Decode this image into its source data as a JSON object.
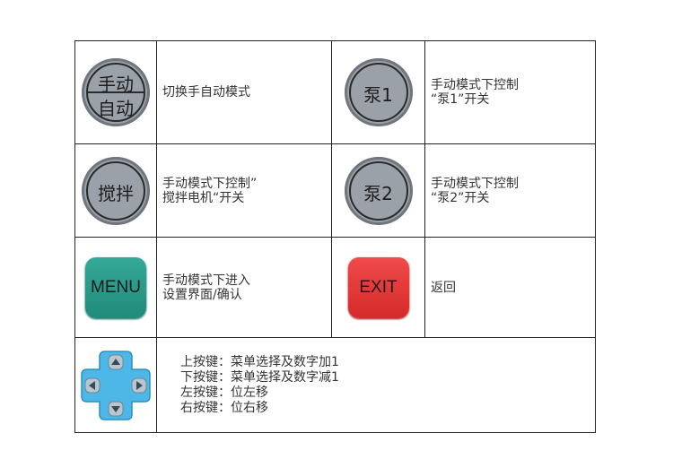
{
  "buttons": {
    "manual_auto": {
      "icon_top": "手动",
      "icon_bottom": "自动",
      "desc": [
        "切换手自动模式"
      ]
    },
    "pump1": {
      "icon": "泵1",
      "desc": [
        "手动模式下控制",
        "“泵1”开关"
      ]
    },
    "stir": {
      "icon": "搅拌",
      "desc": [
        "手动模式下控制”",
        "搅拌电机“开关"
      ]
    },
    "pump2": {
      "icon": "泵2",
      "desc": [
        "手动模式下控制",
        "“泵2”开关"
      ]
    },
    "menu": {
      "icon": "MENU",
      "color": "#2a9c8a",
      "desc": [
        "手动模式下进入",
        "设置界面/确认"
      ]
    },
    "exit": {
      "icon": "EXIT",
      "color": "#e23838",
      "desc": [
        "返回"
      ]
    },
    "dpad": {
      "color": "#4db8e8",
      "desc": [
        "上按键：菜单选择及数字加1",
        "下按键：菜单选择及数字减1",
        "左按键：位左移",
        "右按键：位右移"
      ]
    }
  }
}
